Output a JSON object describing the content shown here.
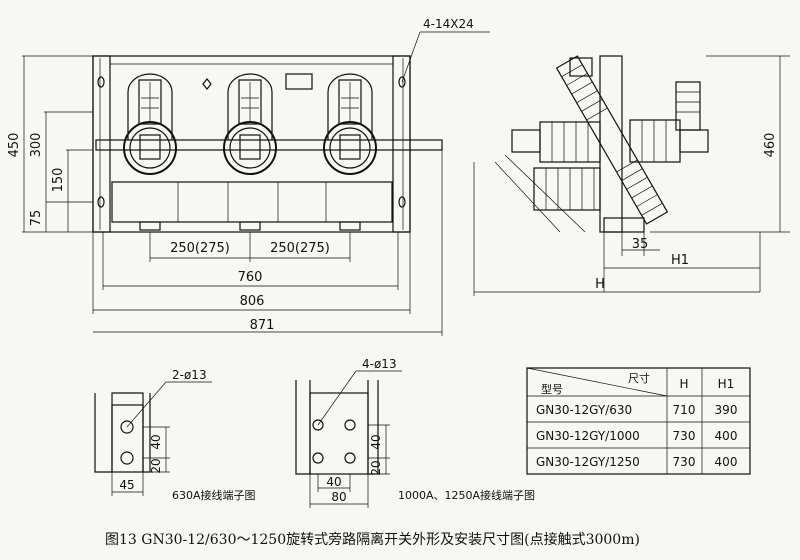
{
  "front_view": {
    "hole_callout": "4-14X24",
    "dims": {
      "h_450": "450",
      "h_300": "300",
      "h_150": "150",
      "h_75": "75",
      "spacing_a": "250(275)",
      "spacing_b": "250(275)",
      "w_760": "760",
      "w_806": "806",
      "w_871": "871"
    }
  },
  "side_view": {
    "dims": {
      "h_460": "460",
      "d_35": "35",
      "h1": "H1",
      "h": "H"
    }
  },
  "terminals": [
    {
      "callout": "2-ø13",
      "dim_a": "40",
      "dim_b": "20",
      "width": "45",
      "caption": "630A接线端子图"
    },
    {
      "callout": "4-ø13",
      "dim_a": "40",
      "dim_b": "20",
      "width_inner": "40",
      "width": "80",
      "caption": "1000A、1250A接线端子图"
    }
  ],
  "table": {
    "headers": {
      "model": "型号",
      "size": "尺寸",
      "h": "H",
      "h1": "H1"
    },
    "rows": [
      {
        "model": "GN30-12GY/630",
        "h": "710",
        "h1": "390"
      },
      {
        "model": "GN30-12GY/1000",
        "h": "730",
        "h1": "400"
      },
      {
        "model": "GN30-12GY/1250",
        "h": "730",
        "h1": "400"
      }
    ]
  },
  "caption": "图13   GN30-12/630～1250旋转式旁路隔离开关外形及安装尺寸图(点接触式3000m)"
}
